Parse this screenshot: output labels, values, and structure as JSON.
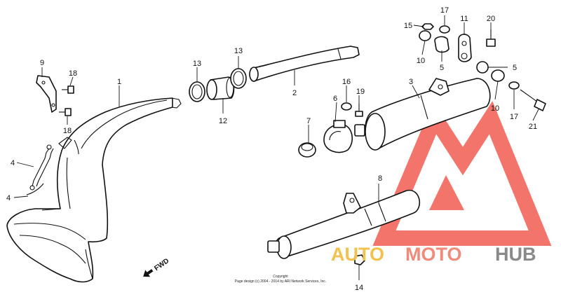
{
  "labels": [
    {
      "id": "1",
      "text": "1"
    },
    {
      "id": "2",
      "text": "2"
    },
    {
      "id": "3",
      "text": "3"
    },
    {
      "id": "4a",
      "text": "4"
    },
    {
      "id": "4b",
      "text": "4"
    },
    {
      "id": "5a",
      "text": "5"
    },
    {
      "id": "5b",
      "text": "5"
    },
    {
      "id": "6",
      "text": "6"
    },
    {
      "id": "7",
      "text": "7"
    },
    {
      "id": "8",
      "text": "8"
    },
    {
      "id": "9",
      "text": "9"
    },
    {
      "id": "10a",
      "text": "10"
    },
    {
      "id": "10b",
      "text": "10"
    },
    {
      "id": "11",
      "text": "11"
    },
    {
      "id": "12",
      "text": "12"
    },
    {
      "id": "13a",
      "text": "13"
    },
    {
      "id": "13b",
      "text": "13"
    },
    {
      "id": "14",
      "text": "14"
    },
    {
      "id": "15",
      "text": "15"
    },
    {
      "id": "16",
      "text": "16"
    },
    {
      "id": "17a",
      "text": "17"
    },
    {
      "id": "17b",
      "text": "17"
    },
    {
      "id": "18a",
      "text": "18"
    },
    {
      "id": "18b",
      "text": "18"
    },
    {
      "id": "19",
      "text": "19"
    },
    {
      "id": "20",
      "text": "20"
    },
    {
      "id": "21",
      "text": "21"
    }
  ],
  "fwd_label": "FWD",
  "copyright": {
    "line1": "Copyright",
    "line2": "Page design (c) 2004 - 2014 by ARI Network Services, Inc."
  },
  "watermark": {
    "part1": "AUTO",
    "part2": "MOTO",
    "part3": "HUB",
    "colors": {
      "auto": "#f2c14e",
      "moto": "#f08a7a",
      "hub": "#8a8a8a",
      "logo": "#ee4a3e"
    }
  }
}
